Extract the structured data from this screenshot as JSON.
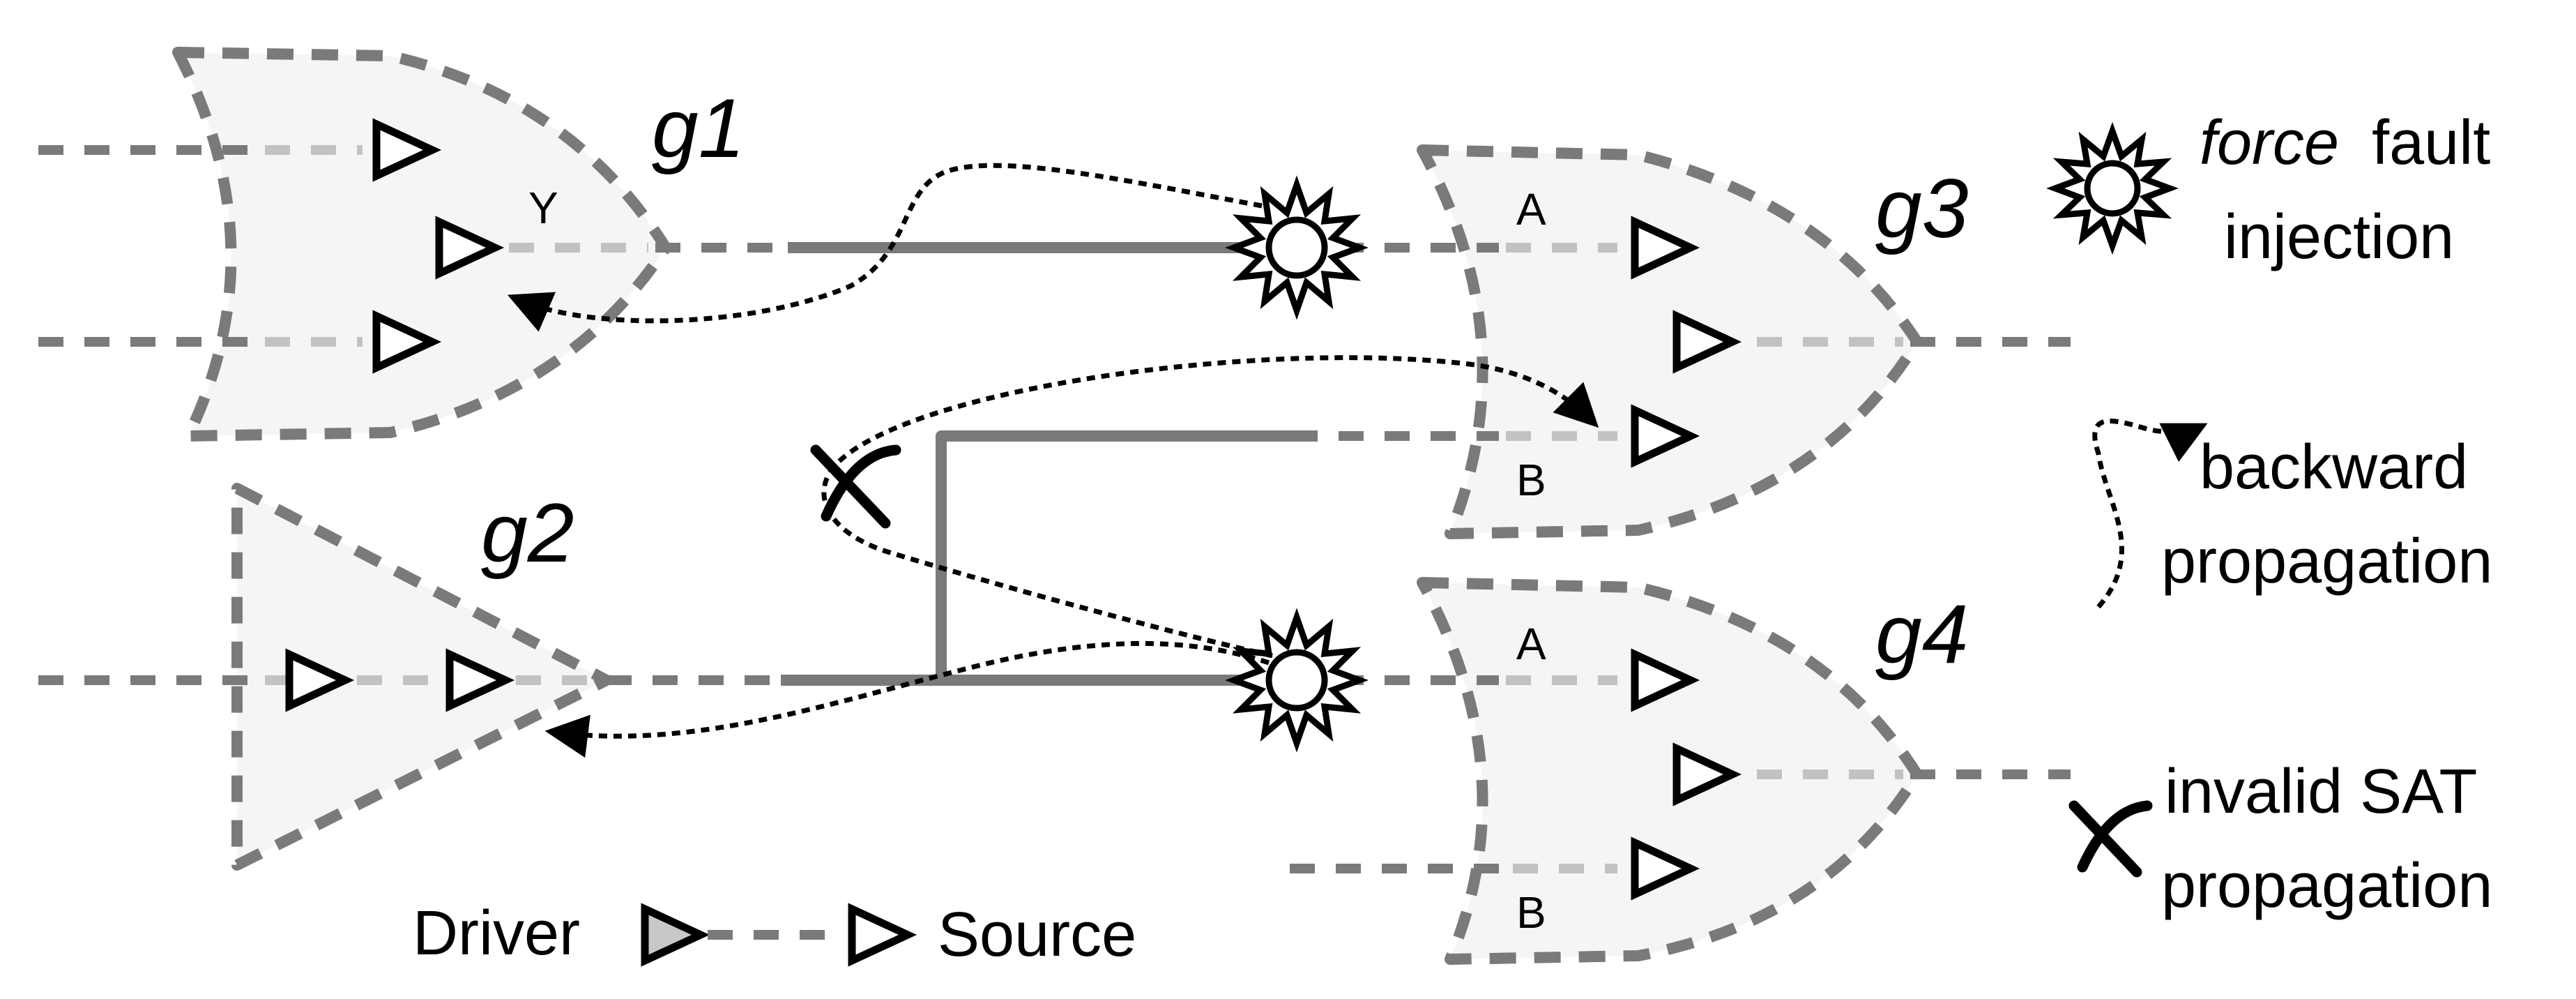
{
  "gates": {
    "g1": {
      "name": "g1",
      "output_pin": "Y"
    },
    "g2": {
      "name": "g2"
    },
    "g3": {
      "name": "g3",
      "input_a": "A",
      "input_b": "B"
    },
    "g4": {
      "name": "g4",
      "input_a": "A",
      "input_b": "B"
    }
  },
  "legend": {
    "force_italic": "force",
    "force_rest": "fault",
    "force_line2": "injection",
    "backward_line1": "backward",
    "backward_line2": "propagation",
    "invalid_line1": "invalid SAT",
    "invalid_line2": "propagation",
    "driver": "Driver",
    "source": "Source"
  },
  "colors": {
    "wire": "#7a7a7a",
    "wire_light": "#c2c2c2",
    "gate_fill": "#f5f5f5",
    "ink": "#000000"
  },
  "icons": {
    "fault": "sun-burst-icon",
    "invalid": "cross-mark-icon",
    "pin": "triangle-pin-icon"
  }
}
